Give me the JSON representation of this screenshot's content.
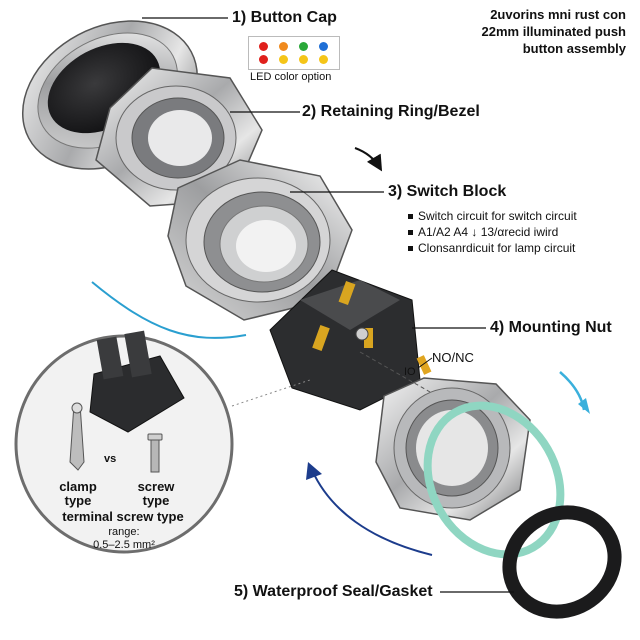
{
  "title_lines": [
    "2uvorins mni rust con",
    "22mm illuminated push",
    "button assembly"
  ],
  "labels": {
    "button_cap": "1) Button Cap",
    "retaining_ring": "2) Retaining Ring/Bezel",
    "switch_block": "3) Switch Block",
    "mounting_nut": "4) Mounting Nut",
    "gasket": "5) Waterproof Seal/Gasket"
  },
  "switch_bullets": [
    "Switch circuit for switch circuit",
    "A1/A2 A4 ↓ 13/αrecid iwird",
    "Clonsanrdicuit for lamp circuit"
  ],
  "led": {
    "caption": "LED color option",
    "colors": [
      "#e0201c",
      "#f08a1e",
      "#2aa839",
      "#1f6fd6",
      "#e0201c",
      "#f5c518",
      "#f5c518",
      "#f5c518"
    ]
  },
  "nonc": "NO/NC",
  "io_label": "IO",
  "inset": {
    "vs": "vs",
    "clamp": "clamp type",
    "screw": "screw type",
    "terminal": "terminal screw type",
    "range_label": "range:",
    "range_value": "0.5–2.5 mm²"
  }
}
